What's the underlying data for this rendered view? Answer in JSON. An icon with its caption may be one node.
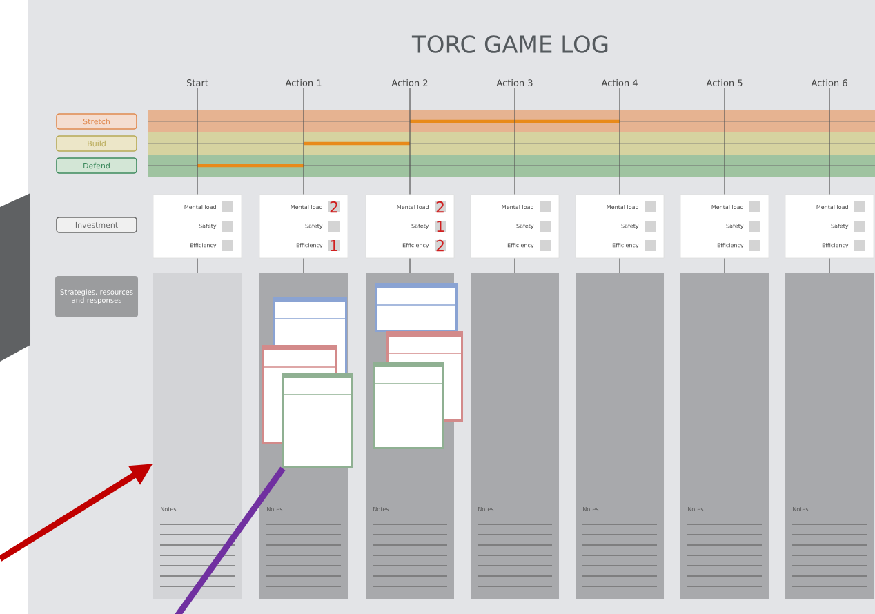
{
  "diagram": {
    "title": "TORC GAME LOG",
    "nodes": [
      {
        "text": [
          "Stretch"
        ]
      },
      {
        "text": [
          "Build"
        ]
      },
      {
        "text": [
          "Defend"
        ]
      },
      {
        "text": [
          "Investment"
        ]
      },
      {
        "text": [
          "Strategies, resources and responses"
        ]
      },
      {
        "text": [
          "Mental load",
          "Safety",
          "Efficiency"
        ]
      },
      {
        "text": [
          "Mental load",
          "Safety",
          "Efficiency"
        ]
      },
      {
        "text": [
          "Mental load",
          "Safety",
          "Efficiency"
        ]
      },
      {
        "text": [
          "Mental load",
          "Safety",
          "Efficiency"
        ]
      },
      {
        "text": [
          "Mental load",
          "Safety",
          "Efficiency"
        ]
      },
      {
        "text": [
          "Mental load",
          "Safety",
          "Efficiency"
        ]
      },
      {
        "text": [
          "Mental load",
          "Safety",
          "Efficiency"
        ]
      },
      {
        "text": [
          "Notes"
        ]
      },
      {
        "text": [
          "Notes"
        ]
      },
      {
        "text": [
          "Notes"
        ]
      },
      {
        "text": [
          "Notes"
        ]
      },
      {
        "text": [
          "Notes"
        ]
      },
      {
        "text": [
          "Notes"
        ]
      },
      {
        "text": [
          "Notes"
        ]
      },
      {
        "text": [],
        "shape": "box",
        "in": 13
      },
      {
        "text": [],
        "shape": "box",
        "in": 13
      },
      {
        "text": [],
        "shape": "box",
        "in": 13
      },
      {
        "text": [],
        "shape": "box",
        "in": 14
      },
      {
        "text": [],
        "shape": "box",
        "in": 14
      },
      {
        "text": [],
        "shape": "box",
        "in": 14
      },
      {
        "text": [
          "Start"
        ]
      },
      {
        "text": [
          "Action 1"
        ]
      },
      {
        "text": [
          "Action 2"
        ]
      },
      {
        "text": [
          "Action 3"
        ]
      },
      {
        "text": [
          "Action 4"
        ]
      },
      {
        "text": [
          "Action 5"
        ]
      },
      {
        "text": [
          "Action 6"
        ]
      }
    ],
    "edges": [
      {
        "from": null,
        "to": 12,
        "arrow": "to",
        "style": "thick",
        "color": "#c00000"
      },
      {
        "from": null,
        "to": 21,
        "arrow": "none",
        "style": "thick",
        "color": "#7030a0"
      },
      {
        "from": 25,
        "to": 5,
        "arrow": "none"
      },
      {
        "from": 5,
        "to": 12,
        "arrow": "none"
      },
      {
        "from": 26,
        "to": 6,
        "arrow": "none"
      },
      {
        "from": 6,
        "to": 13,
        "arrow": "none"
      },
      {
        "from": 27,
        "to": 7,
        "arrow": "none"
      },
      {
        "from": 7,
        "to": 14,
        "arrow": "none"
      },
      {
        "from": 28,
        "to": 8,
        "arrow": "none"
      },
      {
        "from": 8,
        "to": 15,
        "arrow": "none"
      },
      {
        "from": 29,
        "to": 9,
        "arrow": "none"
      },
      {
        "from": 9,
        "to": 16,
        "arrow": "none"
      },
      {
        "from": 30,
        "to": 10,
        "arrow": "none"
      },
      {
        "from": 10,
        "to": 17,
        "arrow": "none"
      },
      {
        "from": 31,
        "to": 11,
        "arrow": "none"
      },
      {
        "from": 11,
        "to": 18,
        "arrow": "none"
      }
    ],
    "labels": [
      "2",
      "1",
      "2",
      "1",
      "2"
    ]
  }
}
